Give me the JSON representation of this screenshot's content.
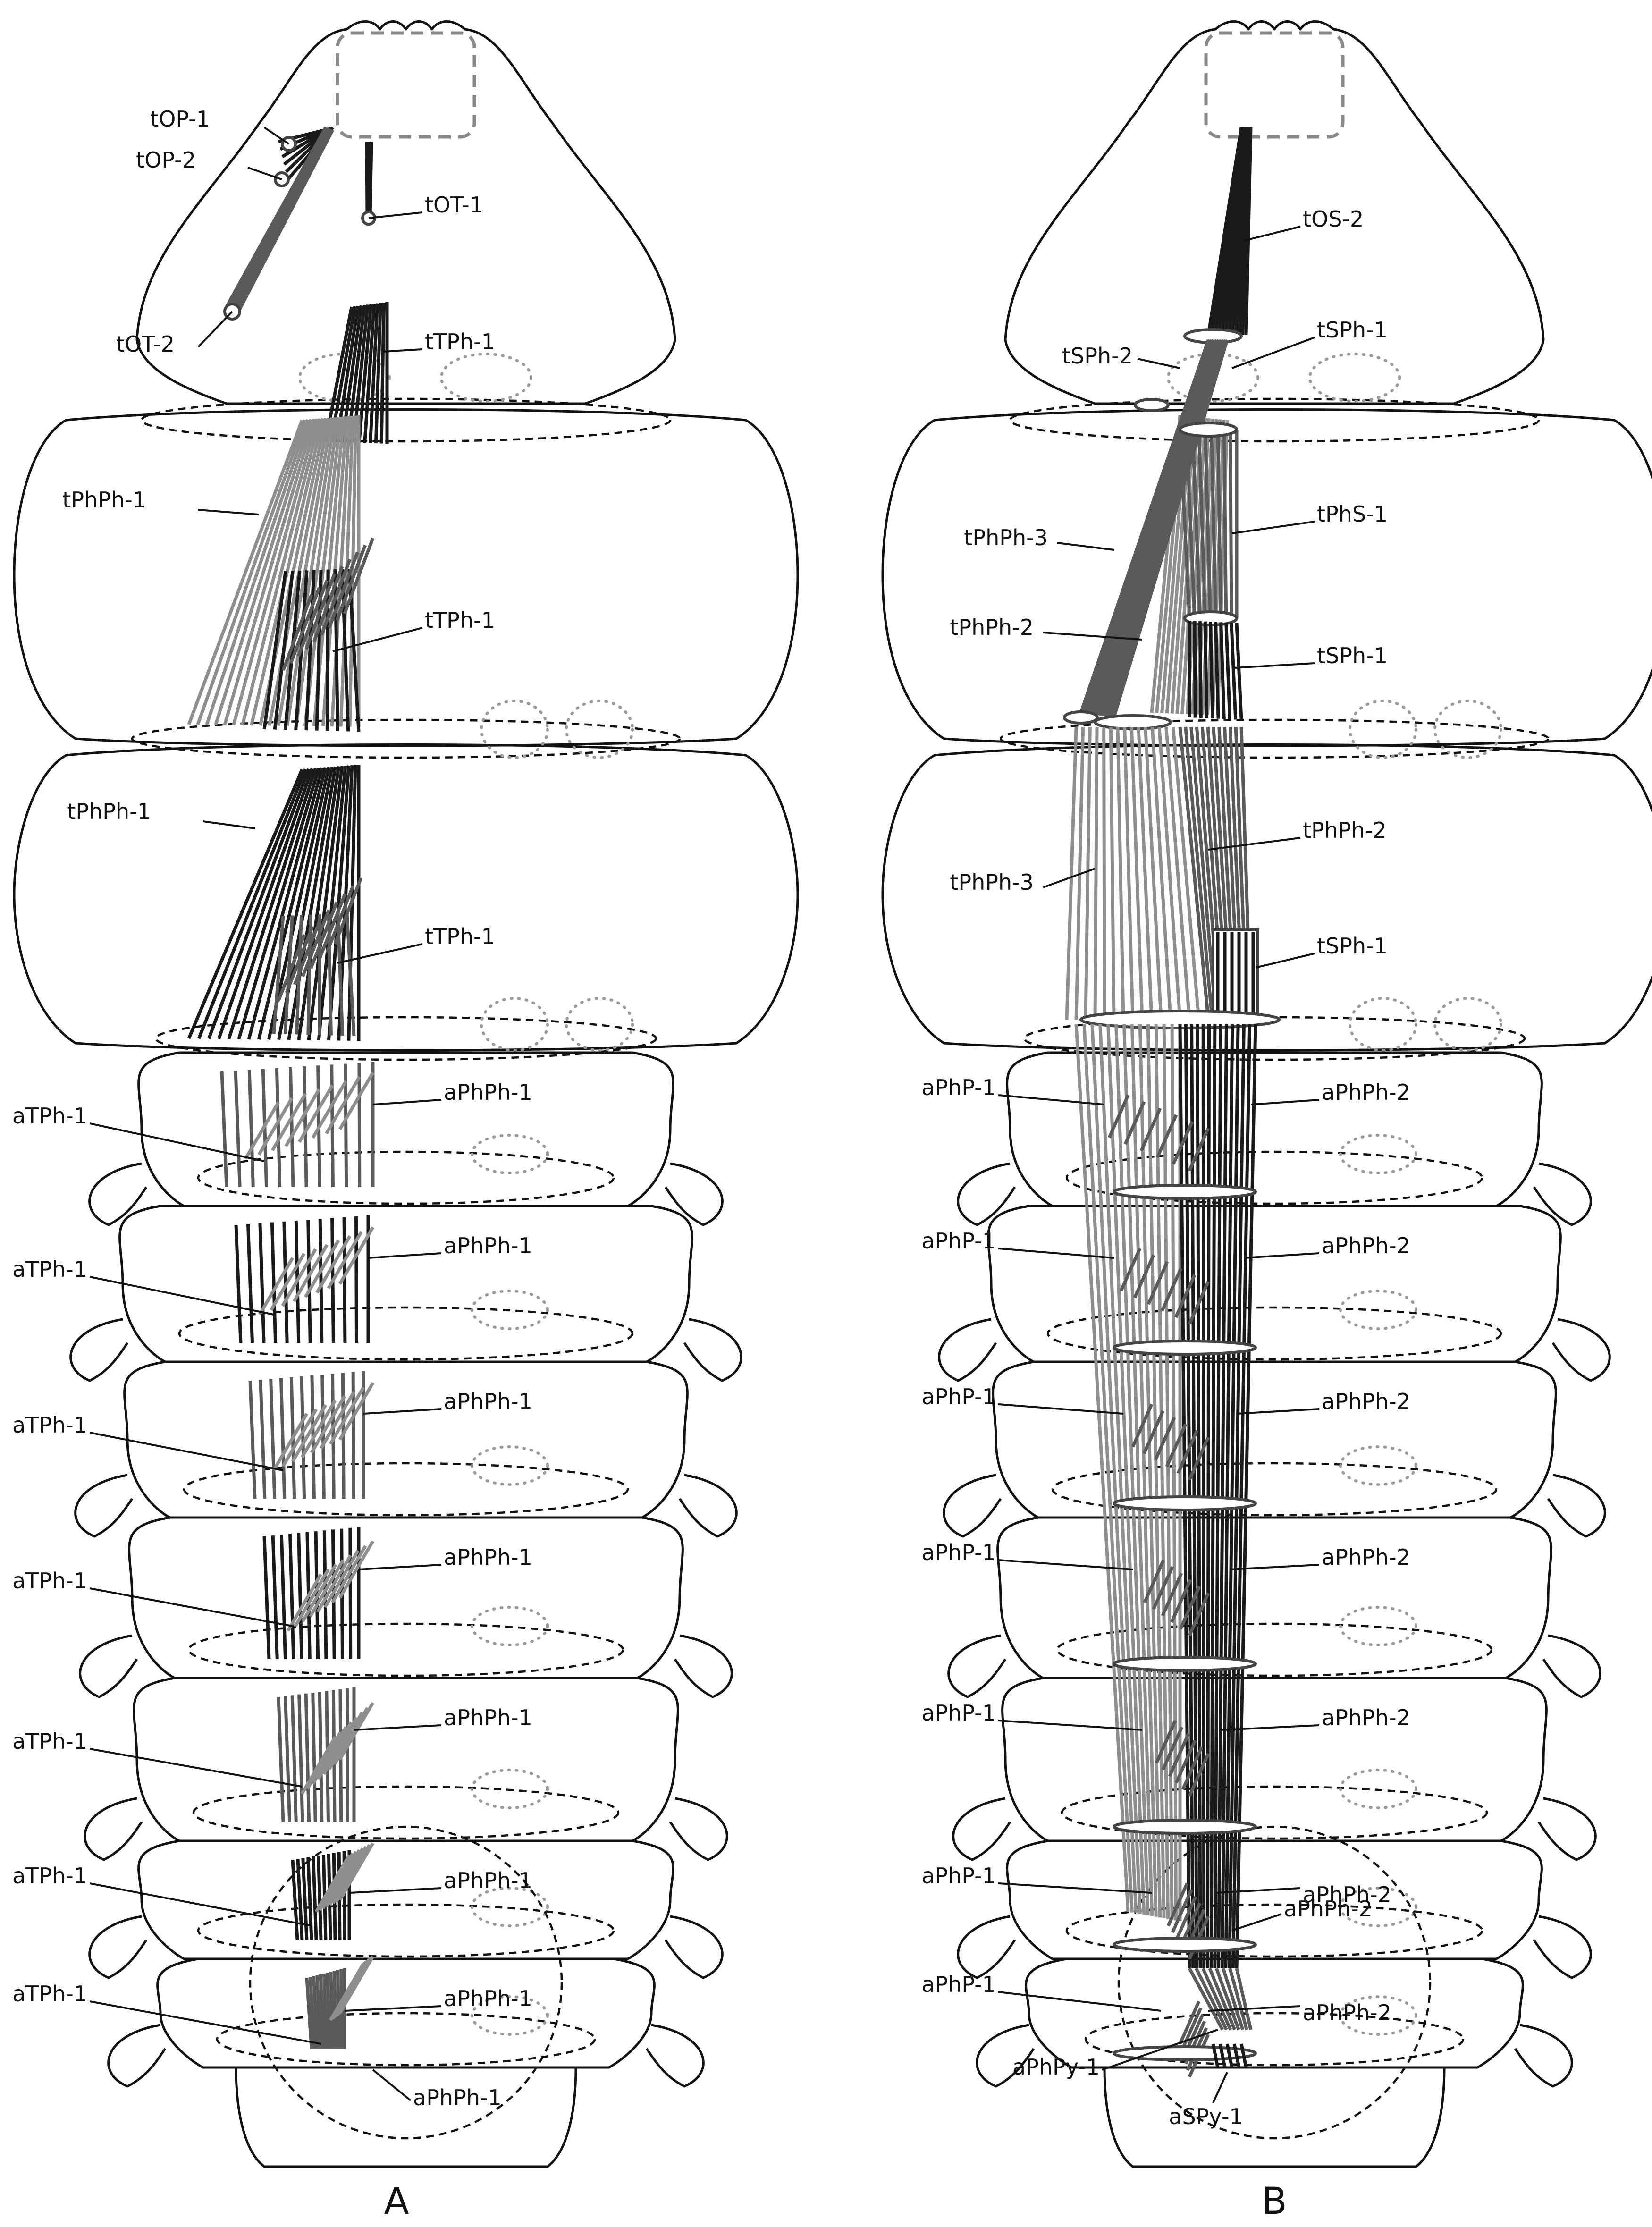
{
  "panels": [
    {
      "id": "A",
      "label": "A",
      "annotations": [
        "tOP-1",
        "tOP-2",
        "tOT-1",
        "tOT-2",
        "tTPh-1",
        "tPhPh-1",
        "tTPh-1",
        "tPhPh-1",
        "tTPh-1",
        "aTPh-1",
        "aPhPh-1",
        "aTPh-1",
        "aPhPh-1",
        "aTPh-1",
        "aPhPh-1",
        "aTPh-1",
        "aPhPh-1",
        "aTPh-1",
        "aPhPh-1",
        "aTPh-1",
        "aPhPh-1",
        "aTPh-1",
        "aPhPh-1",
        "aPhPh-1"
      ]
    },
    {
      "id": "B",
      "label": "B",
      "annotations": [
        "tOS-2",
        "tSPh-2",
        "tSPh-1",
        "tPhPh-3",
        "tPhS-1",
        "tPhPh-2",
        "tSPh-1",
        "tPhPh-3",
        "tPhPh-2",
        "tSPh-1",
        "aPhP-1",
        "aPhPh-2",
        "aPhP-1",
        "aPhPh-2",
        "aPhP-1",
        "aPhPh-2",
        "aPhP-1",
        "aPhPh-2",
        "aPhP-1",
        "aPhPh-2",
        "aPhP-1",
        "aPhPh-2",
        "aPhP-1",
        "aPhPh-2",
        "aPhPh-2",
        "aPhPy-1",
        "aSPy-1"
      ]
    }
  ],
  "colors": {
    "outline": "#111111",
    "muscle_dark": "#1a1a1a",
    "muscle_mid": "#5a5a5a",
    "muscle_light": "#8e8e8e",
    "dotted": "#9a9a9a"
  }
}
